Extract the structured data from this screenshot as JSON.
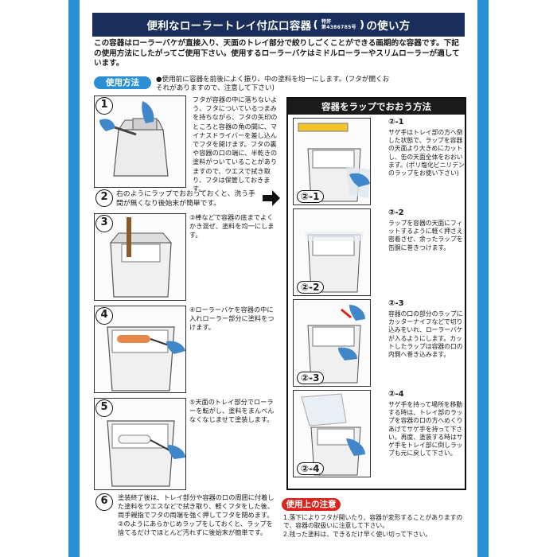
{
  "title": {
    "main": "便利なローラートレイ付広口容器",
    "patent_line1": "特許",
    "patent_line2": "第4386785号",
    "suffix": "の使い方"
  },
  "intro": "この容器はローラーバケが直接入り、天面のトレイ部分で絞りしごくことができる画期的な容器です。下記の使用方法にしたがってご使用下さい。使用するローラーバケはミドルローラーやスリムローラーが適しています。",
  "usage": {
    "badge": "使用方法",
    "note": "●使用前に容器を前後によく振り、中の塗料を均一にします。(フタが開くおそれがありますので、注意して下さい)"
  },
  "steps": [
    {
      "num": "1",
      "text": "フタが容器の中に落ちないよう、フタについているつまみを持ちながら、フタの矢印のところと容器の角の間に、マイナスドライバーを差し込んでフタを開けます。フタの裏や容器の口の端に、半乾きの塗料がついていることがありますので、ウエスで拭き取り、フタは保管しておきます。"
    },
    {
      "num": "2",
      "text": "右のようにラップでおおっておくと、洗う手間が無くなり後始末が簡単です。"
    },
    {
      "num": "3",
      "text": "③棒などで容器の底までよくかき混ぜ、塗料を均一にします。"
    },
    {
      "num": "4",
      "text": "④ローラーバケを容器の中に入れローラー部分に塗料をつけます。"
    },
    {
      "num": "5",
      "text": "⑤天面のトレイ部分でローラーを転がし、塗料をまんべんなくなじませて塗装します。"
    },
    {
      "num": "6",
      "text": "塗装終了後は、トレイ部分や容器の口の周囲に付着した塗料をウエスなどで拭き取り、軽くフタをした後、両手親指でフタの両端を強く押してフタを閉めます。②のようにあらかじめラップをしておくと、ラップを捨てるだけでほとんど汚れずに後始末が簡単です。"
    }
  ],
  "wrap": {
    "title": "容器をラップでおおう方法",
    "rows": [
      {
        "label": "②-1",
        "num": "②-1",
        "text": "サゲ手はトレイ部の方へ倒した状態で、ラップを容器の天面より大きめにカットし、缶の天面全体をおおいます。(ポリ塩化ビニリデンのラップをお使い下さい)"
      },
      {
        "label": "②-2",
        "num": "②-2",
        "text": "ラップを容器の天面にフィットするように軽く押さえ密着させ、余ったラップを缶胴に巻きつけます。"
      },
      {
        "label": "②-3",
        "num": "②-3",
        "text": "容器の口の部分のラップにカッターナイフなどで切り込みをいれ、ローラーバケが入るようにします。カットしたラップは容器の口の内側へ巻き込みます。"
      },
      {
        "label": "②-4",
        "num": "②-4",
        "text": "サゲ手を持って場所を移動する時は、トレイ部のラップを容器の口の方へめくりあげてサゲ手を持って下さい。再度、塗装する時はサゲ手をトレイ部に倒しラップも元に戻して下さい。"
      }
    ]
  },
  "caution": {
    "badge": "使用上の注意",
    "items": [
      "1.落下によりフタが開いたり、容器が変形することがありますので、容器の取扱いに注意して下さい。",
      "2.残った塗料は、できるだけ早く使い切って下さい。"
    ]
  },
  "colors": {
    "accent": "#2a8fd4",
    "title_bg": "#1a2e5c",
    "caution": "#d8261f",
    "glove": "#3f87c9",
    "roller": "#e8894a"
  }
}
